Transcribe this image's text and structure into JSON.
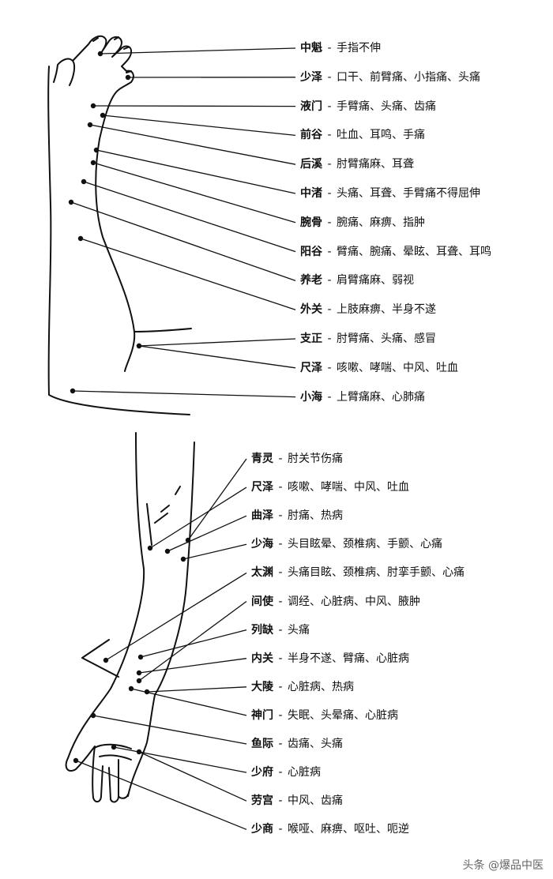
{
  "top_diagram": {
    "points": [
      {
        "name": "中魁",
        "indications": "手指不伸"
      },
      {
        "name": "少泽",
        "indications": "口干、前臂痛、小指痛、头痛"
      },
      {
        "name": "液门",
        "indications": "手臂痛、头痛、齿痛"
      },
      {
        "name": "前谷",
        "indications": "吐血、耳鸣、手痛"
      },
      {
        "name": "后溪",
        "indications": "肘臂痛麻、耳聋"
      },
      {
        "name": "中渚",
        "indications": "头痛、耳聋、手臂痛不得屈伸"
      },
      {
        "name": "腕骨",
        "indications": "腕痛、麻痹、指肿"
      },
      {
        "name": "阳谷",
        "indications": "臂痛、腕痛、晕眩、耳聋、耳鸣"
      },
      {
        "name": "养老",
        "indications": "肩臂痛麻、弱视"
      },
      {
        "name": "外关",
        "indications": "上肢麻痹、半身不遂"
      },
      {
        "name": "支正",
        "indications": "肘臂痛、头痛、感冒"
      },
      {
        "name": "尺泽",
        "indications": "咳嗽、哮喘、中风、吐血"
      },
      {
        "name": "小海",
        "indications": "上臂痛麻、心肺痛"
      }
    ]
  },
  "bottom_diagram": {
    "points": [
      {
        "name": "青灵",
        "indications": "肘关节伤痛"
      },
      {
        "name": "尺泽",
        "indications": "咳嗽、哮喘、中风、吐血"
      },
      {
        "name": "曲泽",
        "indications": "肘痛、热病"
      },
      {
        "name": "少海",
        "indications": "头目眩晕、颈椎病、手颤、心痛"
      },
      {
        "name": "太渊",
        "indications": "头痛目眩、颈椎病、肘挛手颤、心痛"
      },
      {
        "name": "间使",
        "indications": "调经、心脏病、中风、腋肿"
      },
      {
        "name": "列缺",
        "indications": "头痛"
      },
      {
        "name": "内关",
        "indications": "半身不遂、臂痛、心脏病"
      },
      {
        "name": "大陵",
        "indications": "心脏病、热病"
      },
      {
        "name": "神门",
        "indications": "失眠、头晕痛、心脏病"
      },
      {
        "name": "鱼际",
        "indications": "齿痛、头痛"
      },
      {
        "name": "少府",
        "indications": "心脏病"
      },
      {
        "name": "劳宫",
        "indications": "中风、齿痛"
      },
      {
        "name": "少商",
        "indications": "喉哑、麻痹、呕吐、呃逆"
      }
    ]
  },
  "watermark": "头条 @爆品中医"
}
